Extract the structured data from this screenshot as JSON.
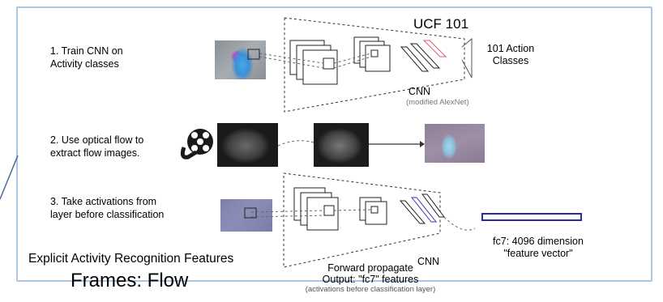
{
  "steps": [
    {
      "line1": "1. Train CNN on",
      "line2": "Activity classes"
    },
    {
      "line1": "2. Use optical flow to",
      "line2": "extract flow images."
    },
    {
      "line1": "3. Take activations from",
      "line2": "layer before classification"
    }
  ],
  "dataset_label": "UCF 101",
  "classes_label": {
    "line1": "101 Action",
    "line2": "Classes"
  },
  "cnn_label": "CNN",
  "cnn_sublabel": "(modified AlexNet)",
  "cnn_label_bottom": "CNN",
  "fc7_label": {
    "line1": "fc7: 4096 dimension",
    "line2": "\"feature vector\""
  },
  "forward": {
    "line1": "Forward propagate",
    "line2": "Output: \"fc7\" features",
    "line3": "(activations before classification layer)"
  },
  "slide_title": "Explicit Activity Recognition Features",
  "slide_subtitle": "Frames: Flow",
  "colors": {
    "frame_border": "#a9c6e6",
    "fc_red": "#e05a6a",
    "fc_blue": "#3a3aa8"
  }
}
